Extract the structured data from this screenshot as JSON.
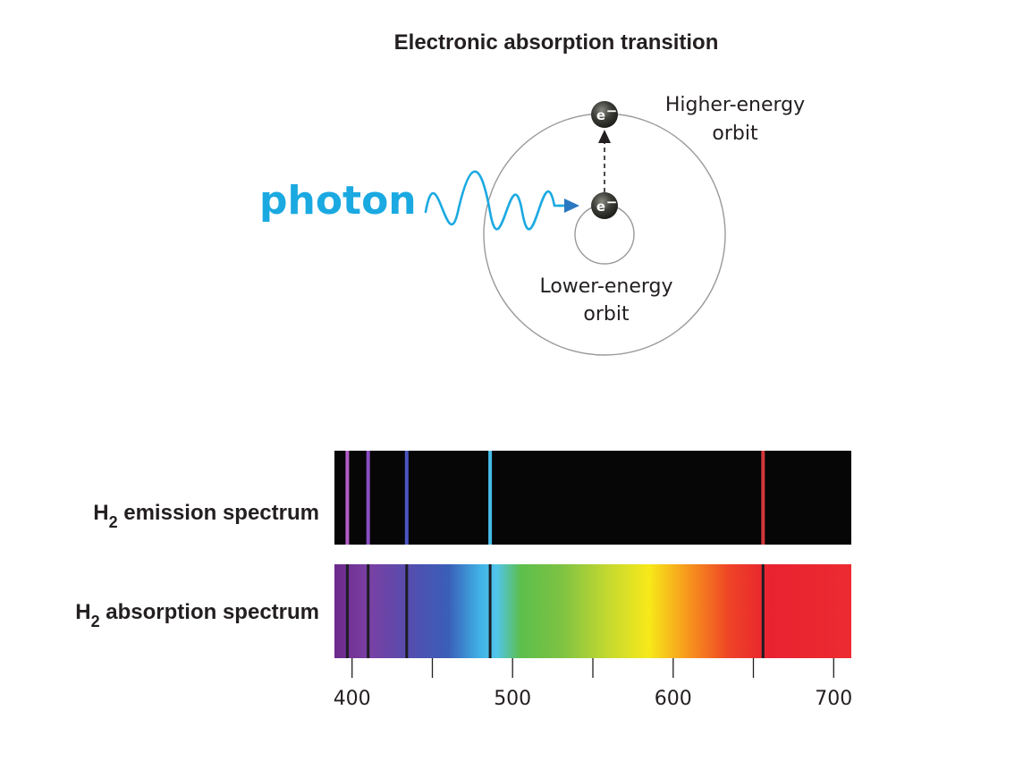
{
  "diagram": {
    "title": "Electronic absorption transition",
    "photon_label": "photon",
    "electron_symbol": "e",
    "electron_charge": "−",
    "higher_orbit_label": [
      "Higher-energy",
      "orbit"
    ],
    "lower_orbit_label": [
      "Lower-energy",
      "orbit"
    ],
    "colors": {
      "photon": "#1ba9e1",
      "orbit": "#9a9a9a",
      "electron": "#3c3c38",
      "text": "#231f20"
    }
  },
  "spectra": {
    "emission_label": {
      "main": "H",
      "sub": "2",
      "rest": " emission spectrum"
    },
    "absorption_label": {
      "main": "H",
      "sub": "2",
      "rest": " absorption spectrum"
    },
    "axis": {
      "min": 389,
      "max": 711,
      "major_ticks": [
        400,
        500,
        600,
        700
      ],
      "minor_ticks": [
        450,
        550,
        650
      ],
      "tick_labels": [
        "400",
        "500",
        "600",
        "700"
      ]
    },
    "lines": [
      {
        "wavelength": 397,
        "emission_color": "#b35cc8"
      },
      {
        "wavelength": 410,
        "emission_color": "#8a4fc4"
      },
      {
        "wavelength": 434,
        "emission_color": "#4b55c0"
      },
      {
        "wavelength": 486,
        "emission_color": "#45bce8"
      },
      {
        "wavelength": 656,
        "emission_color": "#d2373b"
      }
    ],
    "gradient_stops": [
      {
        "wavelength": 389,
        "color": "#6b2a8a"
      },
      {
        "wavelength": 410,
        "color": "#7b3fa3"
      },
      {
        "wavelength": 440,
        "color": "#4f50b0"
      },
      {
        "wavelength": 460,
        "color": "#3a5fb8"
      },
      {
        "wavelength": 480,
        "color": "#40b3e6"
      },
      {
        "wavelength": 490,
        "color": "#52c4ea"
      },
      {
        "wavelength": 505,
        "color": "#5cbf4c"
      },
      {
        "wavelength": 530,
        "color": "#7dc243"
      },
      {
        "wavelength": 560,
        "color": "#c6d930"
      },
      {
        "wavelength": 585,
        "color": "#f7e91a"
      },
      {
        "wavelength": 610,
        "color": "#f7941d"
      },
      {
        "wavelength": 635,
        "color": "#ee4326"
      },
      {
        "wavelength": 660,
        "color": "#e92230"
      },
      {
        "wavelength": 711,
        "color": "#ec2b31"
      }
    ]
  }
}
